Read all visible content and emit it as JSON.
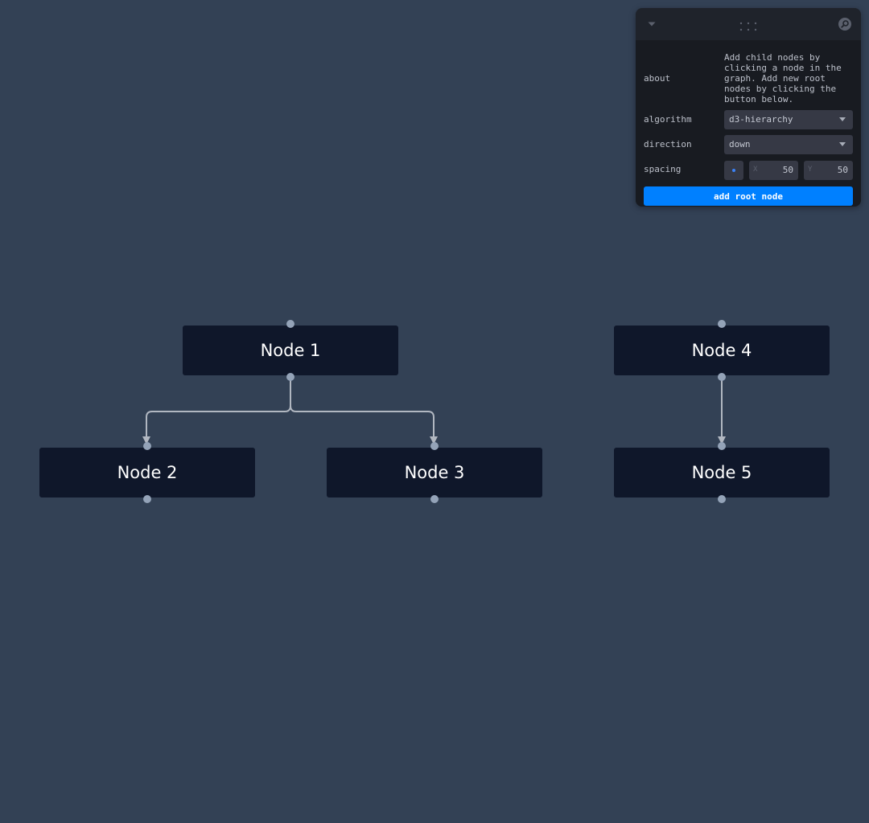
{
  "graph": {
    "nodes": [
      {
        "id": "1",
        "label": "Node 1"
      },
      {
        "id": "2",
        "label": "Node 2"
      },
      {
        "id": "3",
        "label": "Node 3"
      },
      {
        "id": "4",
        "label": "Node 4"
      },
      {
        "id": "5",
        "label": "Node 5"
      }
    ],
    "edges": [
      {
        "source": "1",
        "target": "2"
      },
      {
        "source": "1",
        "target": "3"
      },
      {
        "source": "4",
        "target": "5"
      }
    ],
    "colors": {
      "background": "#334155",
      "node": "#0f172a",
      "handle": "#94a3b8",
      "edge": "#b1b7c1"
    }
  },
  "panel": {
    "title_icons": {
      "collapse": "chevron-down-icon",
      "drag": "drag-dots-icon",
      "search": "search-icon"
    },
    "about": {
      "label": "about",
      "text": "Add child nodes by clicking a node in the graph. Add new root nodes by clicking the button below."
    },
    "algorithm": {
      "label": "algorithm",
      "value": "d3-hierarchy"
    },
    "direction": {
      "label": "direction",
      "value": "down"
    },
    "spacing": {
      "label": "spacing",
      "x_label": "X",
      "x_value": "50",
      "y_label": "Y",
      "y_value": "50"
    },
    "add_root_button": "add root node",
    "colors": {
      "accent": "#0080ff"
    }
  }
}
